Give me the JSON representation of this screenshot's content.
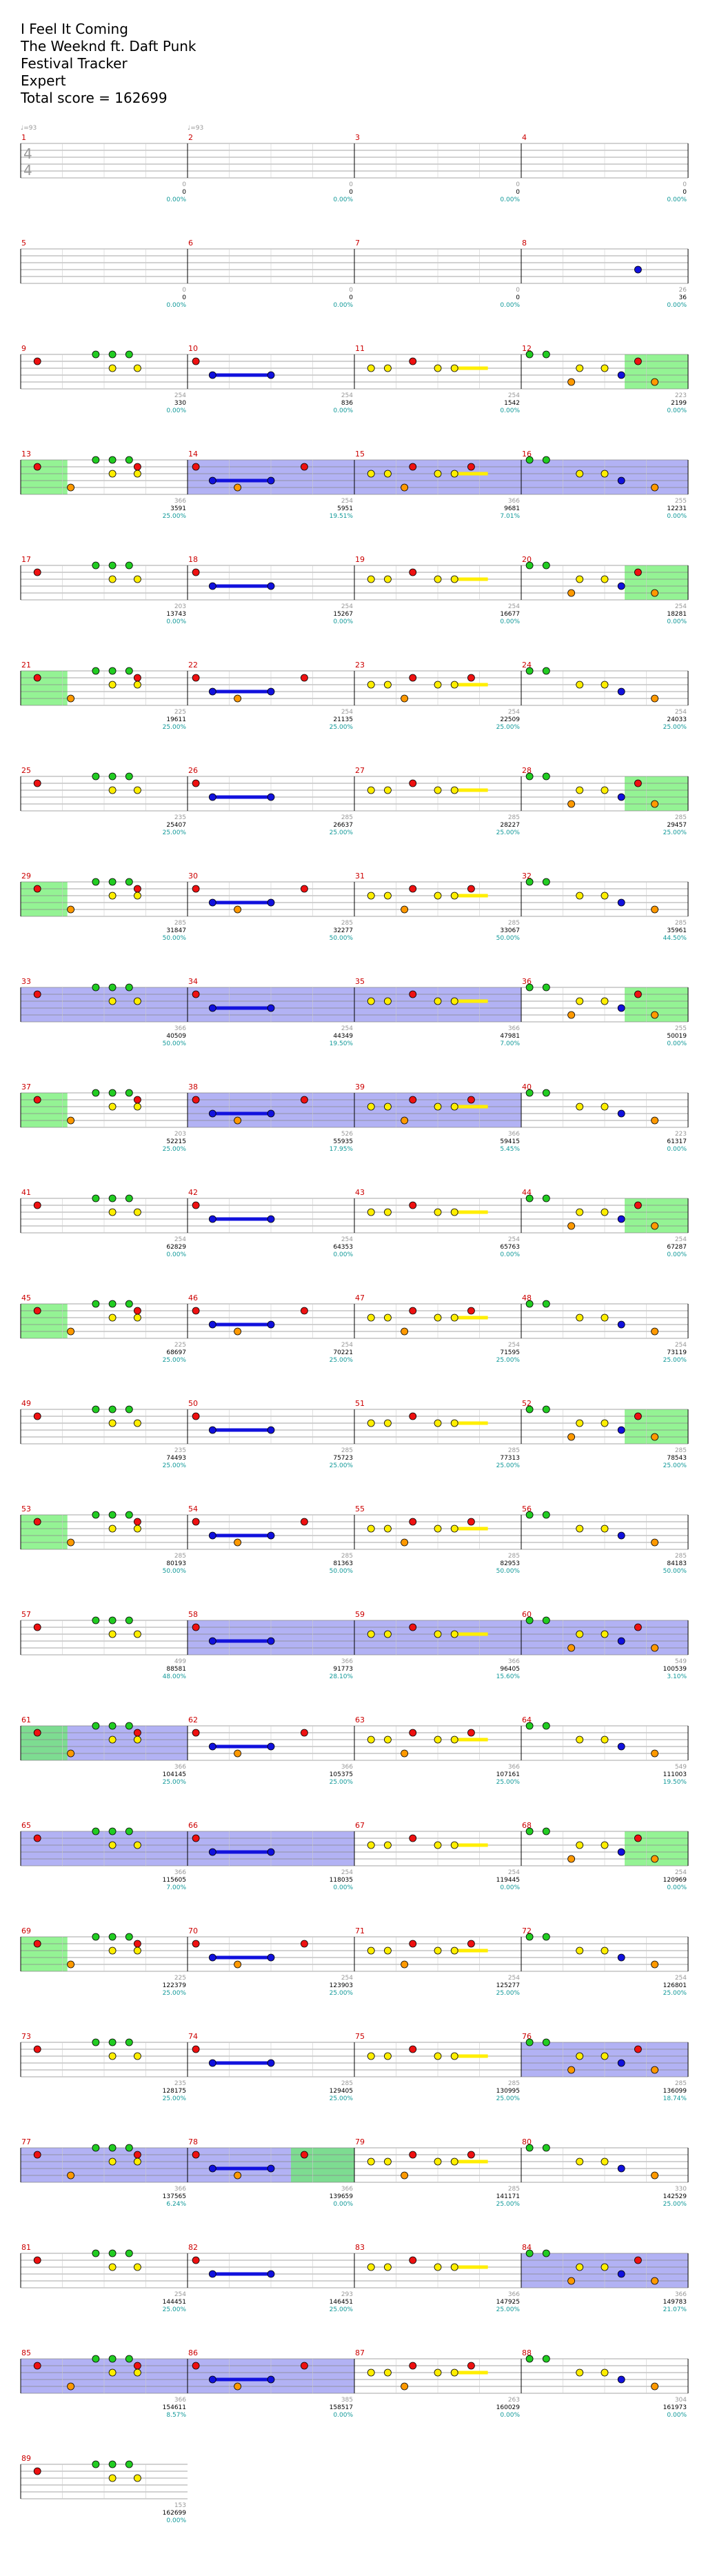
{
  "header": {
    "song": "I Feel It Coming",
    "artist": "The Weeknd ft. Daft Punk",
    "tracker": "Festival Tracker",
    "difficulty": "Expert",
    "total_score": "Total score = 162699"
  },
  "tempo_marks": [
    "♩=93",
    "♩=93"
  ],
  "time_signature": [
    "4",
    "4"
  ],
  "colors": {
    "green": "#22cc22",
    "red": "#ee1111",
    "yellow": "#ffee00",
    "blue": "#1111dd",
    "orange": "#ff9900",
    "overdrive": "#8888ee",
    "star_power": "#66ee66",
    "purple_note": "#9922aa",
    "label_gray": "#999999",
    "score_black": "#000000",
    "pct_teal": "#119999",
    "measure_num": "#cc0000"
  },
  "measures": [
    {
      "n": 1,
      "small": "0",
      "score": "0",
      "pct": "0.00%"
    },
    {
      "n": 2,
      "small": "0",
      "score": "0",
      "pct": "0.00%"
    },
    {
      "n": 3,
      "small": "0",
      "score": "0",
      "pct": "0.00%"
    },
    {
      "n": 4,
      "small": "0",
      "score": "0",
      "pct": "0.00%"
    },
    {
      "n": 5,
      "small": "0",
      "score": "0",
      "pct": "0.00%"
    },
    {
      "n": 6,
      "small": "0",
      "score": "0",
      "pct": "0.00%"
    },
    {
      "n": 7,
      "small": "0",
      "score": "0",
      "pct": "0.00%"
    },
    {
      "n": 8,
      "small": "26",
      "score": "36",
      "pct": "0.00%"
    },
    {
      "n": 9,
      "small": "254",
      "score": "330",
      "pct": "0.00%"
    },
    {
      "n": 10,
      "small": "254",
      "score": "836",
      "pct": "0.00%"
    },
    {
      "n": 11,
      "small": "254",
      "score": "1542",
      "pct": "0.00%"
    },
    {
      "n": 12,
      "small": "223",
      "score": "2199",
      "pct": "0.00%"
    },
    {
      "n": 13,
      "small": "366",
      "score": "3591",
      "pct": "25.00%"
    },
    {
      "n": 14,
      "small": "254",
      "score": "5951",
      "pct": "19.51%"
    },
    {
      "n": 15,
      "small": "366",
      "score": "9681",
      "pct": "7.01%"
    },
    {
      "n": 16,
      "small": "255",
      "score": "12231",
      "pct": "0.00%"
    },
    {
      "n": 17,
      "small": "203",
      "score": "13743",
      "pct": "0.00%"
    },
    {
      "n": 18,
      "small": "254",
      "score": "15267",
      "pct": "0.00%"
    },
    {
      "n": 19,
      "small": "254",
      "score": "16677",
      "pct": "0.00%"
    },
    {
      "n": 20,
      "small": "254",
      "score": "18281",
      "pct": "0.00%"
    },
    {
      "n": 21,
      "small": "225",
      "score": "19611",
      "pct": "25.00%"
    },
    {
      "n": 22,
      "small": "254",
      "score": "21135",
      "pct": "25.00%"
    },
    {
      "n": 23,
      "small": "254",
      "score": "22509",
      "pct": "25.00%"
    },
    {
      "n": 24,
      "small": "254",
      "score": "24033",
      "pct": "25.00%"
    },
    {
      "n": 25,
      "small": "235",
      "score": "25407",
      "pct": "25.00%"
    },
    {
      "n": 26,
      "small": "285",
      "score": "26637",
      "pct": "25.00%"
    },
    {
      "n": 27,
      "small": "285",
      "score": "28227",
      "pct": "25.00%"
    },
    {
      "n": 28,
      "small": "285",
      "score": "29457",
      "pct": "25.00%"
    },
    {
      "n": 29,
      "small": "285",
      "score": "31847",
      "pct": "50.00%"
    },
    {
      "n": 30,
      "small": "285",
      "score": "32277",
      "pct": "50.00%"
    },
    {
      "n": 31,
      "small": "285",
      "score": "33067",
      "pct": "50.00%"
    },
    {
      "n": 32,
      "small": "285",
      "score": "35961",
      "pct": "44.50%"
    },
    {
      "n": 33,
      "small": "366",
      "score": "40509",
      "pct": "50.00%"
    },
    {
      "n": 34,
      "small": "254",
      "score": "44349",
      "pct": "19.50%"
    },
    {
      "n": 35,
      "small": "366",
      "score": "47981",
      "pct": "7.00%"
    },
    {
      "n": 36,
      "small": "255",
      "score": "50019",
      "pct": "0.00%"
    },
    {
      "n": 37,
      "small": "203",
      "score": "52215",
      "pct": "25.00%"
    },
    {
      "n": 38,
      "small": "526",
      "score": "55935",
      "pct": "17.95%"
    },
    {
      "n": 39,
      "small": "366",
      "score": "59415",
      "pct": "5.45%"
    },
    {
      "n": 40,
      "small": "223",
      "score": "61317",
      "pct": "0.00%"
    },
    {
      "n": 41,
      "small": "254",
      "score": "62829",
      "pct": "0.00%"
    },
    {
      "n": 42,
      "small": "254",
      "score": "64353",
      "pct": "0.00%"
    },
    {
      "n": 43,
      "small": "254",
      "score": "65763",
      "pct": "0.00%"
    },
    {
      "n": 44,
      "small": "254",
      "score": "67287",
      "pct": "0.00%"
    },
    {
      "n": 45,
      "small": "225",
      "score": "68697",
      "pct": "25.00%"
    },
    {
      "n": 46,
      "small": "254",
      "score": "70221",
      "pct": "25.00%"
    },
    {
      "n": 47,
      "small": "254",
      "score": "71595",
      "pct": "25.00%"
    },
    {
      "n": 48,
      "small": "254",
      "score": "73119",
      "pct": "25.00%"
    },
    {
      "n": 49,
      "small": "235",
      "score": "74493",
      "pct": "25.00%"
    },
    {
      "n": 50,
      "small": "285",
      "score": "75723",
      "pct": "25.00%"
    },
    {
      "n": 51,
      "small": "285",
      "score": "77313",
      "pct": "25.00%"
    },
    {
      "n": 52,
      "small": "285",
      "score": "78543",
      "pct": "25.00%"
    },
    {
      "n": 53,
      "small": "285",
      "score": "80193",
      "pct": "50.00%"
    },
    {
      "n": 54,
      "small": "285",
      "score": "81363",
      "pct": "50.00%"
    },
    {
      "n": 55,
      "small": "285",
      "score": "82953",
      "pct": "50.00%"
    },
    {
      "n": 56,
      "small": "285",
      "score": "84183",
      "pct": "50.00%"
    },
    {
      "n": 57,
      "small": "499",
      "score": "88581",
      "pct": "48.00%"
    },
    {
      "n": 58,
      "small": "366",
      "score": "91773",
      "pct": "28.10%"
    },
    {
      "n": 59,
      "small": "366",
      "score": "96405",
      "pct": "15.60%"
    },
    {
      "n": 60,
      "small": "549",
      "score": "100539",
      "pct": "3.10%"
    },
    {
      "n": 61,
      "small": "366",
      "score": "104145",
      "pct": "25.00%"
    },
    {
      "n": 62,
      "small": "366",
      "score": "105375",
      "pct": "25.00%"
    },
    {
      "n": 63,
      "small": "366",
      "score": "107161",
      "pct": "25.00%"
    },
    {
      "n": 64,
      "small": "549",
      "score": "111003",
      "pct": "19.50%"
    },
    {
      "n": 65,
      "small": "366",
      "score": "115605",
      "pct": "7.00%"
    },
    {
      "n": 66,
      "small": "254",
      "score": "118035",
      "pct": "0.00%"
    },
    {
      "n": 67,
      "small": "254",
      "score": "119445",
      "pct": "0.00%"
    },
    {
      "n": 68,
      "small": "254",
      "score": "120969",
      "pct": "0.00%"
    },
    {
      "n": 69,
      "small": "225",
      "score": "122379",
      "pct": "25.00%"
    },
    {
      "n": 70,
      "small": "254",
      "score": "123903",
      "pct": "25.00%"
    },
    {
      "n": 71,
      "small": "254",
      "score": "125277",
      "pct": "25.00%"
    },
    {
      "n": 72,
      "small": "254",
      "score": "126801",
      "pct": "25.00%"
    },
    {
      "n": 73,
      "small": "235",
      "score": "128175",
      "pct": "25.00%"
    },
    {
      "n": 74,
      "small": "285",
      "score": "129405",
      "pct": "25.00%"
    },
    {
      "n": 75,
      "small": "285",
      "score": "130995",
      "pct": "25.00%"
    },
    {
      "n": 76,
      "small": "285",
      "score": "136099",
      "pct": "18.74%"
    },
    {
      "n": 77,
      "small": "366",
      "score": "137565",
      "pct": "6.24%"
    },
    {
      "n": 78,
      "small": "366",
      "score": "139659",
      "pct": "0.00%"
    },
    {
      "n": 79,
      "small": "285",
      "score": "141171",
      "pct": "25.00%"
    },
    {
      "n": 80,
      "small": "330",
      "score": "142529",
      "pct": "25.00%"
    },
    {
      "n": 81,
      "small": "254",
      "score": "144451",
      "pct": "25.00%"
    },
    {
      "n": 82,
      "small": "293",
      "score": "146451",
      "pct": "25.00%"
    },
    {
      "n": 83,
      "small": "366",
      "score": "147925",
      "pct": "25.00%"
    },
    {
      "n": 84,
      "small": "366",
      "score": "149783",
      "pct": "21.07%"
    },
    {
      "n": 85,
      "small": "366",
      "score": "154611",
      "pct": "8.57%"
    },
    {
      "n": 86,
      "small": "385",
      "score": "158517",
      "pct": "0.00%"
    },
    {
      "n": 87,
      "small": "263",
      "score": "160029",
      "pct": "0.00%"
    },
    {
      "n": 88,
      "small": "304",
      "score": "161973",
      "pct": "0.00%"
    },
    {
      "n": 89,
      "small": "153",
      "score": "162699",
      "pct": "0.00%"
    }
  ]
}
